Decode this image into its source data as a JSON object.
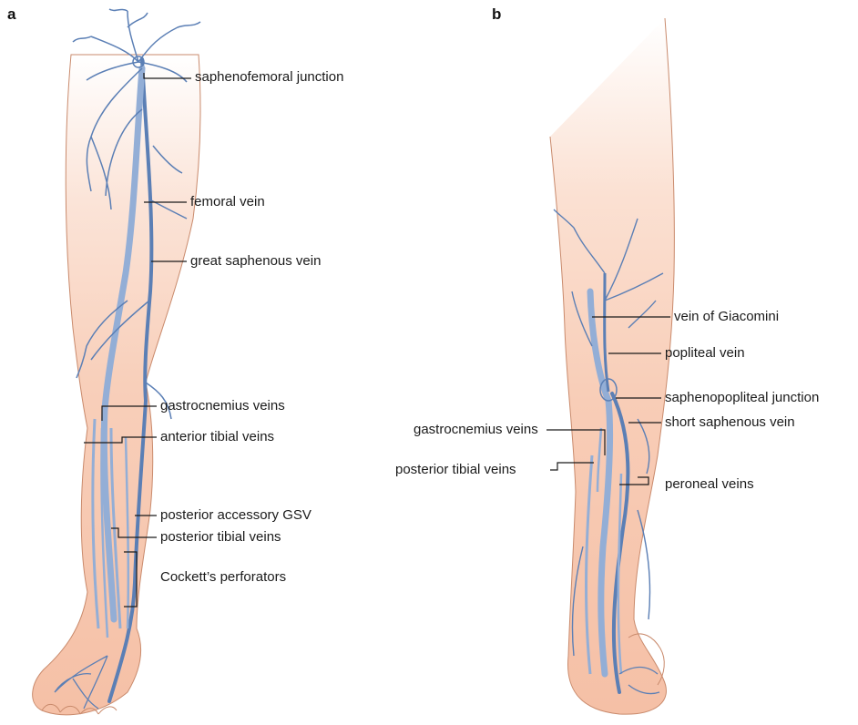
{
  "panels": {
    "a": {
      "letter": "a",
      "labels": {
        "saphenofemoral_junction": "saphenofemoral junction",
        "femoral_vein": "femoral vein",
        "great_saphenous_vein": "great saphenous vein",
        "gastrocnemius_veins": "gastrocnemius veins",
        "anterior_tibial_veins": "anterior tibial veins",
        "posterior_accessory_gsv": "posterior accessory GSV",
        "posterior_tibial_veins": "posterior tibial veins",
        "cocketts_perforators": "Cockett’s perforators"
      }
    },
    "b": {
      "letter": "b",
      "labels": {
        "vein_of_giacomini": "vein of Giacomini",
        "popliteal_vein": "popliteal vein",
        "saphenopopliteal_junction": "saphenopopliteal junction",
        "short_saphenous_vein": "short saphenous vein",
        "gastrocnemius_veins": "gastrocnemius veins",
        "posterior_tibial_veins": "posterior tibial veins",
        "peroneal_veins": "peroneal veins"
      }
    }
  },
  "colors": {
    "skin_light": "#fbe3d6",
    "skin": "#f7c9b1",
    "skin_outline": "#c98a6c",
    "vein_dark": "#5b7fb5",
    "vein_light": "#93aed6",
    "leader_line": "#1a1a1a"
  }
}
